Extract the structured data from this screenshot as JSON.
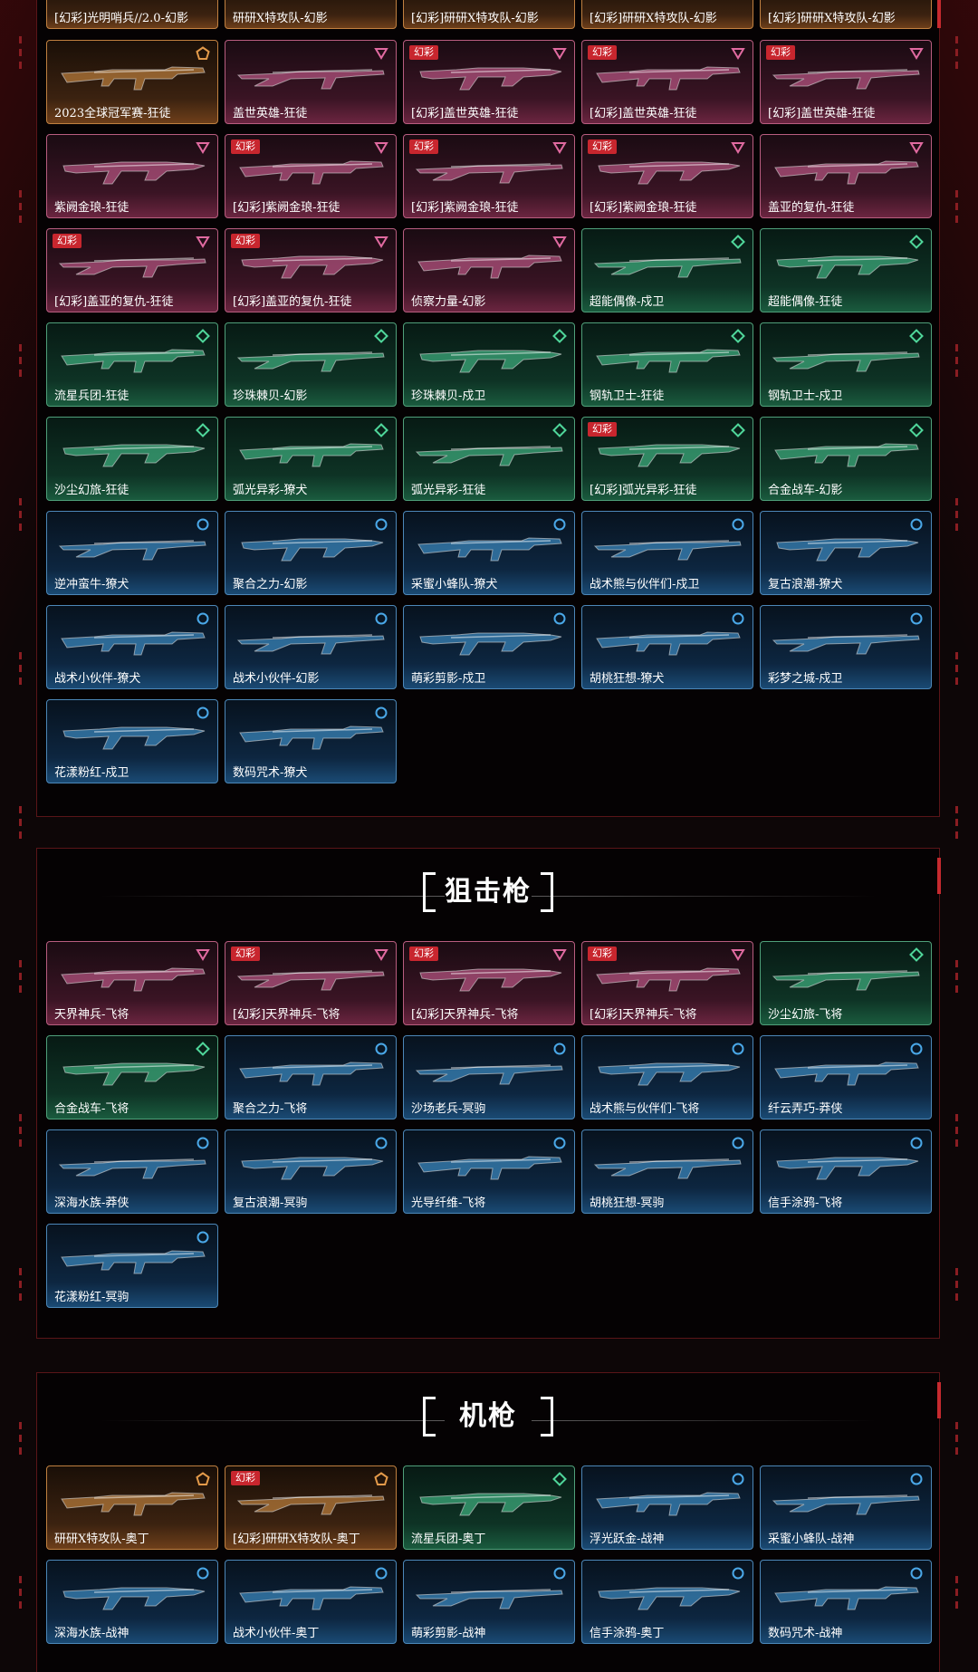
{
  "top_row_partial": [
    {
      "name": "[幻彩]光明哨兵//2.0-幻影",
      "tier": "orange"
    },
    {
      "name": "研研X特攻队-幻影",
      "tier": "orange"
    },
    {
      "name": "[幻彩]研研X特攻队-幻影",
      "tier": "orange"
    },
    {
      "name": "[幻彩]研研X特攻队-幻影",
      "tier": "orange"
    },
    {
      "name": "[幻彩]研研X特攻队-幻影",
      "tier": "orange"
    }
  ],
  "rifles": [
    {
      "name": "2023全球冠军赛-狂徒",
      "tier": "orange",
      "tag": ""
    },
    {
      "name": "盖世英雄-狂徒",
      "tier": "pink",
      "tag": ""
    },
    {
      "name": "[幻彩]盖世英雄-狂徒",
      "tier": "pink",
      "tag": "幻彩"
    },
    {
      "name": "[幻彩]盖世英雄-狂徒",
      "tier": "pink",
      "tag": "幻彩"
    },
    {
      "name": "[幻彩]盖世英雄-狂徒",
      "tier": "pink",
      "tag": "幻彩"
    },
    {
      "name": "紫阙金琅-狂徒",
      "tier": "pink",
      "tag": ""
    },
    {
      "name": "[幻彩]紫阙金琅-狂徒",
      "tier": "pink",
      "tag": "幻彩"
    },
    {
      "name": "[幻彩]紫阙金琅-狂徒",
      "tier": "pink",
      "tag": "幻彩"
    },
    {
      "name": "[幻彩]紫阙金琅-狂徒",
      "tier": "pink",
      "tag": "幻彩"
    },
    {
      "name": "盖亚的复仇-狂徒",
      "tier": "pink",
      "tag": ""
    },
    {
      "name": "[幻彩]盖亚的复仇-狂徒",
      "tier": "pink",
      "tag": "幻彩"
    },
    {
      "name": "[幻彩]盖亚的复仇-狂徒",
      "tier": "pink",
      "tag": "幻彩"
    },
    {
      "name": "侦察力量-幻影",
      "tier": "pink",
      "tag": ""
    },
    {
      "name": "超能偶像-戍卫",
      "tier": "green",
      "tag": ""
    },
    {
      "name": "超能偶像-狂徒",
      "tier": "green",
      "tag": ""
    },
    {
      "name": "流星兵团-狂徒",
      "tier": "green",
      "tag": ""
    },
    {
      "name": "珍珠棘贝-幻影",
      "tier": "green",
      "tag": ""
    },
    {
      "name": "珍珠棘贝-戍卫",
      "tier": "green",
      "tag": ""
    },
    {
      "name": "钢轨卫士-狂徒",
      "tier": "green",
      "tag": ""
    },
    {
      "name": "钢轨卫士-戍卫",
      "tier": "green",
      "tag": ""
    },
    {
      "name": "沙尘幻旅-狂徒",
      "tier": "green",
      "tag": ""
    },
    {
      "name": "弧光异彩-獠犬",
      "tier": "green",
      "tag": ""
    },
    {
      "name": "弧光异彩-狂徒",
      "tier": "green",
      "tag": ""
    },
    {
      "name": "[幻彩]弧光异彩-狂徒",
      "tier": "green",
      "tag": "幻彩"
    },
    {
      "name": "合金战车-幻影",
      "tier": "green",
      "tag": ""
    },
    {
      "name": "逆冲蛮牛-獠犬",
      "tier": "blue",
      "tag": ""
    },
    {
      "name": "聚合之力-幻影",
      "tier": "blue",
      "tag": ""
    },
    {
      "name": "采蜜小蜂队-獠犬",
      "tier": "blue",
      "tag": ""
    },
    {
      "name": "战术熊与伙伴们-戍卫",
      "tier": "blue",
      "tag": ""
    },
    {
      "name": "复古浪潮-獠犬",
      "tier": "blue",
      "tag": ""
    },
    {
      "name": "战术小伙伴-獠犬",
      "tier": "blue",
      "tag": ""
    },
    {
      "name": "战术小伙伴-幻影",
      "tier": "blue",
      "tag": ""
    },
    {
      "name": "萌彩剪影-戍卫",
      "tier": "blue",
      "tag": ""
    },
    {
      "name": "胡桃狂想-獠犬",
      "tier": "blue",
      "tag": ""
    },
    {
      "name": "彩梦之城-戍卫",
      "tier": "blue",
      "tag": ""
    },
    {
      "name": "花漾粉红-戍卫",
      "tier": "blue",
      "tag": ""
    },
    {
      "name": "数码咒术-獠犬",
      "tier": "blue",
      "tag": ""
    }
  ],
  "sniper": {
    "title": "狙击枪",
    "items": [
      {
        "name": "天界神兵-飞将",
        "tier": "pink",
        "tag": ""
      },
      {
        "name": "[幻彩]天界神兵-飞将",
        "tier": "pink",
        "tag": "幻彩"
      },
      {
        "name": "[幻彩]天界神兵-飞将",
        "tier": "pink",
        "tag": "幻彩"
      },
      {
        "name": "[幻彩]天界神兵-飞将",
        "tier": "pink",
        "tag": "幻彩"
      },
      {
        "name": "沙尘幻旅-飞将",
        "tier": "green",
        "tag": ""
      },
      {
        "name": "合金战车-飞将",
        "tier": "green",
        "tag": ""
      },
      {
        "name": "聚合之力-飞将",
        "tier": "blue",
        "tag": ""
      },
      {
        "name": "沙场老兵-冥驹",
        "tier": "blue",
        "tag": ""
      },
      {
        "name": "战术熊与伙伴们-飞将",
        "tier": "blue",
        "tag": ""
      },
      {
        "name": "纤云弄巧-莽侠",
        "tier": "blue",
        "tag": ""
      },
      {
        "name": "深海水族-莽侠",
        "tier": "blue",
        "tag": ""
      },
      {
        "name": "复古浪潮-冥驹",
        "tier": "blue",
        "tag": ""
      },
      {
        "name": "光导纤维-飞将",
        "tier": "blue",
        "tag": ""
      },
      {
        "name": "胡桃狂想-冥驹",
        "tier": "blue",
        "tag": ""
      },
      {
        "name": "信手涂鸦-飞将",
        "tier": "blue",
        "tag": ""
      },
      {
        "name": "花漾粉红-冥驹",
        "tier": "blue",
        "tag": ""
      }
    ]
  },
  "mg": {
    "title": "机枪",
    "items": [
      {
        "name": "研研X特攻队-奥丁",
        "tier": "orange",
        "tag": ""
      },
      {
        "name": "[幻彩]研研X特攻队-奥丁",
        "tier": "orange",
        "tag": "幻彩"
      },
      {
        "name": "流星兵团-奥丁",
        "tier": "green",
        "tag": ""
      },
      {
        "name": "浮光跃金-战神",
        "tier": "blue",
        "tag": ""
      },
      {
        "name": "采蜜小蜂队-战神",
        "tier": "blue",
        "tag": ""
      },
      {
        "name": "深海水族-战神",
        "tier": "blue",
        "tag": ""
      },
      {
        "name": "战术小伙伴-奥丁",
        "tier": "blue",
        "tag": ""
      },
      {
        "name": "萌彩剪影-战神",
        "tier": "blue",
        "tag": ""
      },
      {
        "name": "信手涂鸦-奥丁",
        "tier": "blue",
        "tag": ""
      },
      {
        "name": "数码咒术-战神",
        "tier": "blue",
        "tag": ""
      }
    ]
  },
  "tier_colors": {
    "orange": "#e39a4a",
    "pink": "#e06aa0",
    "green": "#4fd69a",
    "blue": "#4aa8e8"
  }
}
